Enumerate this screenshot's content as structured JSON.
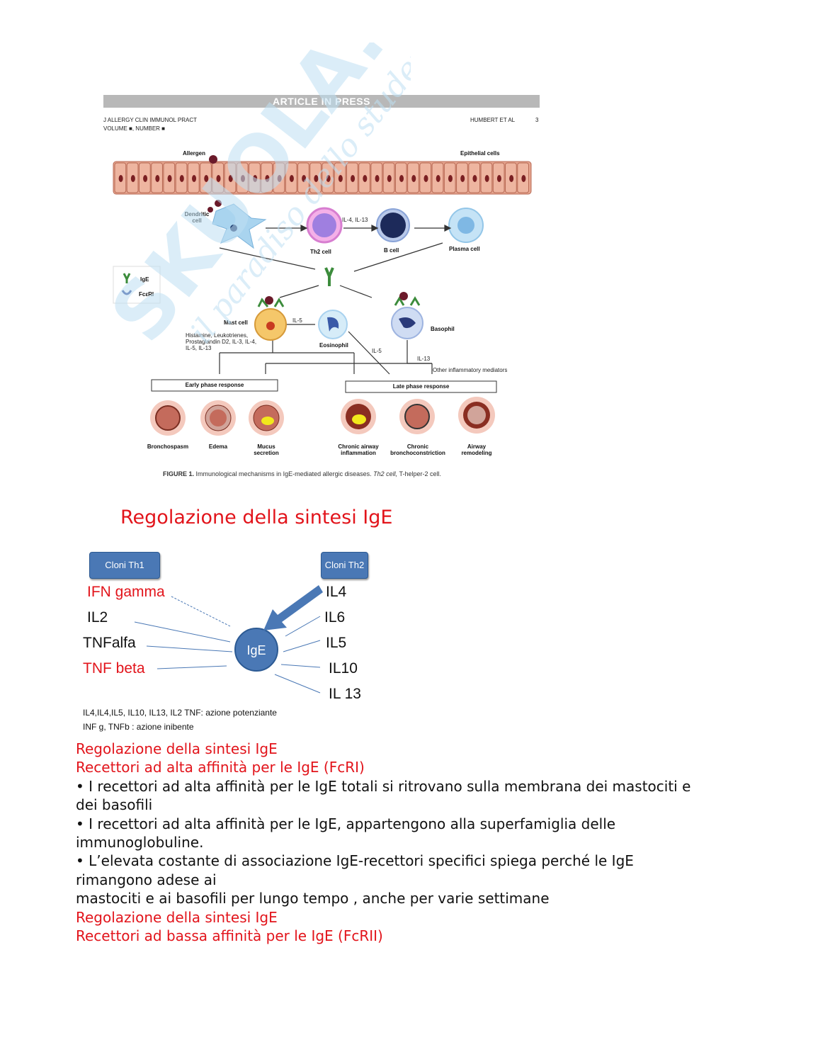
{
  "figure": {
    "banner": "ARTICLE IN PRESS",
    "journal_line1": "J ALLERGY CLIN IMMUNOL PRACT",
    "journal_line2": "VOLUME ■, NUMBER ■",
    "authors": "HUMBERT ET AL",
    "page_no": "3",
    "labels": {
      "allergen": "Allergen",
      "epithelial": "Epithelial cells",
      "dendritic": "Dendritic cell",
      "th2": "Th2 cell",
      "il4_13": "IL-4, IL-13",
      "bcell": "B cell",
      "plasma": "Plasma cell",
      "ige": "IgE",
      "fceri": "FcεRI",
      "mast": "Mast cell",
      "il5a": "IL-5",
      "eosinophil": "Eosinophil",
      "basophil": "Basophil",
      "mediators": "Histamine, Leukotrienes, Prostaglandin D2, IL-3, IL-4, IL-5, IL-13",
      "il5b": "IL-5",
      "il13": "IL-13",
      "other": "Other inflammatory mediators",
      "early": "Early phase response",
      "late": "Late phase response",
      "bronchospasm": "Bronchospasm",
      "edema": "Edema",
      "mucus": "Mucus secretion",
      "chronic_infl": "Chronic airway inflammation",
      "chronic_bronch": "Chronic bronchoconstriction",
      "remodeling": "Airway remodeling"
    },
    "caption_prefix": "FIGURE 1.",
    "caption_text": "Immunological mechanisms in IgE-mediated allergic diseases.",
    "caption_italic": "Th2 cell,",
    "caption_end": "T-helper-2 cell."
  },
  "watermark": {
    "brand": "SKUOLA.net",
    "tagline": "il paradiso dello studente"
  },
  "slide": {
    "title": "Regolazione della sintesi IgE",
    "th1_box": "Cloni Th1",
    "th2_box": "Cloni Th2",
    "center": "IgE",
    "left_labels": [
      "IFN gamma",
      "IL2",
      "TNFalfa",
      "TNF beta"
    ],
    "right_labels": [
      "IL4",
      "IL6",
      "IL5",
      "IL10",
      "IL 13"
    ],
    "note1": "IL4,IL4,IL5, IL10, IL13, IL2 TNF: azione potenziante",
    "note2": "INF g, TNFb : azione inibente"
  },
  "body": {
    "h1": "Regolazione della sintesi IgE",
    "h2": "Recettori ad alta affinità per le IgE (FcRI)",
    "b1": "• I recettori ad alta affinità per le IgE totali si ritrovano sulla membrana dei mastociti e dei basofili",
    "b2": "• I recettori ad alta affinità per le IgE, appartengono alla superfamiglia delle immunoglobuline.",
    "b3a": "• L’elevata costante di associazione IgE-recettori specifici spiega perché le IgE rimangono adese ai",
    "b3b": "mastociti e ai basofili per lungo tempo , anche per varie settimane",
    "h3": "Regolazione della sintesi IgE",
    "h4": "Recettori ad bassa affinità per le IgE (FcRII)"
  },
  "colors": {
    "heading_red": "#e2141b",
    "box_blue": "#4a78b5",
    "epithelium": "#e8a08a",
    "watermark": "#cfe7f5"
  }
}
